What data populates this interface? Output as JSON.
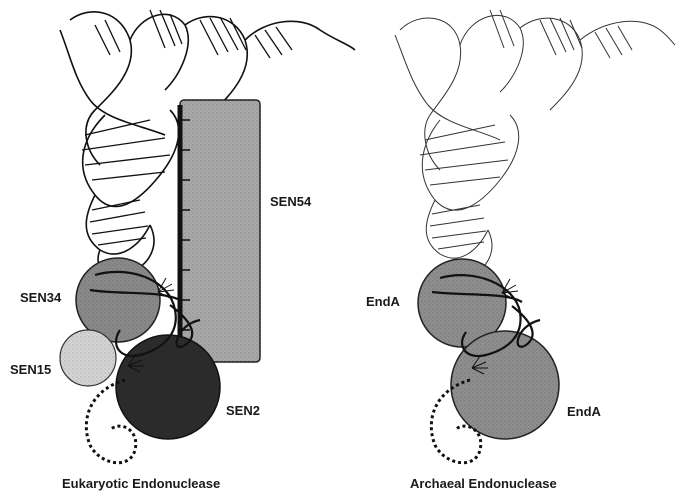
{
  "panels": [
    {
      "id": "eukaryotic",
      "caption": "Eukaryotic Endonuclease",
      "subunits": [
        "SEN54",
        "SEN34",
        "SEN15",
        "SEN2"
      ]
    },
    {
      "id": "archaeal",
      "caption": "Archaeal Endonuclease",
      "subunits": [
        "EndA",
        "EndA"
      ]
    }
  ],
  "colors": {
    "sen54": "#9a9a9a",
    "sen34": "#8a8a8a",
    "sen15": "#d4d4d4",
    "sen2": "#2b2b2b",
    "enda": "#8e8e8e",
    "rna_strand": "#111111"
  }
}
